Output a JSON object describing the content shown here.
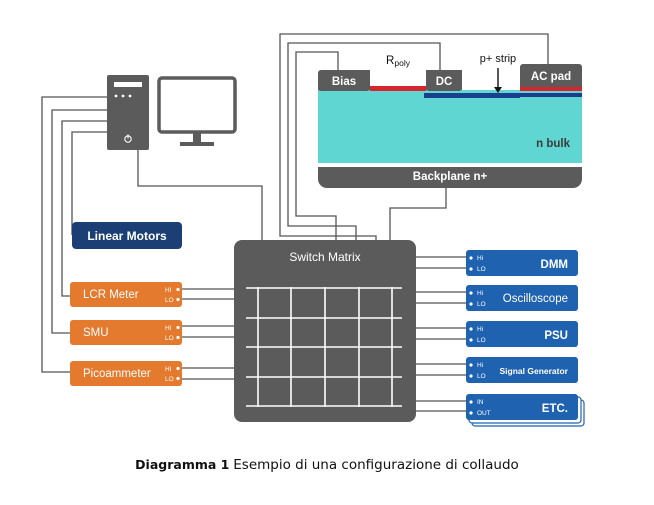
{
  "colors": {
    "dark_gray": "#5b5b5b",
    "wire": "#555555",
    "navy": "#1b3f74",
    "orange": "#e47a2e",
    "blue": "#1f62b0",
    "blue_port": "#1a4f93",
    "bulk": "#5fd6d2",
    "poly_red": "#d6262d",
    "strip_blue": "#1b3f8f"
  },
  "icons": [
    "computer-tower-icon",
    "monitor-icon",
    "power-button-icon"
  ],
  "wafer": {
    "bias": "Bias",
    "rpoly_main": "R",
    "rpoly_sub": "poly",
    "dc": "DC",
    "pstrip": "p+ strip",
    "ac_pad": "AC pad",
    "bulk": "n bulk",
    "backplane": "Backplane n+"
  },
  "linear_motors": "Linear Motors",
  "switch_matrix": "Switch Matrix",
  "left_instruments": [
    {
      "name": "LCR Meter",
      "hi": "HI",
      "lo": "LO"
    },
    {
      "name": "SMU",
      "hi": "HI",
      "lo": "LO"
    },
    {
      "name": "Picoammeter",
      "hi": "HI",
      "lo": "LO"
    }
  ],
  "right_instruments": [
    {
      "name": "DMM",
      "p1": "Hi",
      "p2": "LO"
    },
    {
      "name": "Oscilloscope",
      "p1": "Hi",
      "p2": "LO"
    },
    {
      "name": "PSU",
      "p1": "Hi",
      "p2": "LO"
    },
    {
      "name": "Signal Generator",
      "p1": "Hi",
      "p2": "LO"
    },
    {
      "name": "ETC.",
      "p1": "IN",
      "p2": "OUT"
    }
  ],
  "caption": {
    "bold": "Diagramma 1",
    "text": "Esempio di una configurazione di collaudo"
  }
}
